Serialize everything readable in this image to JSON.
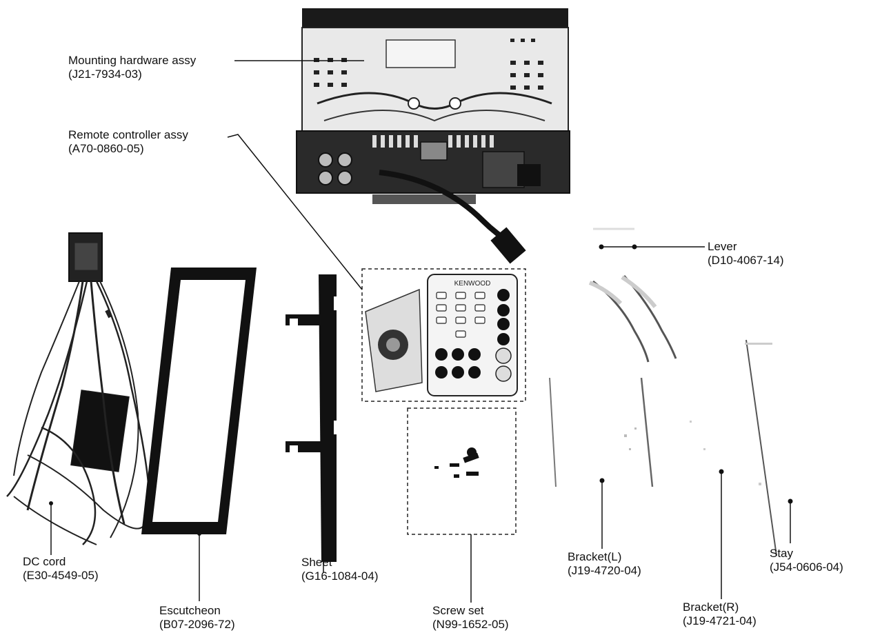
{
  "parts": {
    "mounting_hardware": {
      "name": "Mounting hardware assy",
      "code": "(J21-7934-03)"
    },
    "remote_controller": {
      "name": "Remote controller assy",
      "code": "(A70-0860-05)",
      "brand": "KENWOOD"
    },
    "lever": {
      "name": "Lever",
      "code": "(D10-4067-14)"
    },
    "dc_cord": {
      "name": "DC cord",
      "code": "(E30-4549-05)"
    },
    "escutcheon": {
      "name": "Escutcheon",
      "code": "(B07-2096-72)"
    },
    "sheet": {
      "name": "Sheet",
      "code": "(G16-1084-04)"
    },
    "screw_set": {
      "name": "Screw set",
      "code": "(N99-1652-05)"
    },
    "bracket_l": {
      "name": "Bracket(L)",
      "code": "(J19-4720-04)"
    },
    "bracket_r": {
      "name": "Bracket(R)",
      "code": "(J19-4721-04)"
    },
    "stay": {
      "name": "Stay",
      "code": "(J54-0606-04)"
    }
  },
  "colors": {
    "ink": "#111111",
    "dark": "#1a1a1a",
    "mid": "#6a6a6a",
    "light": "#c8c8c8"
  }
}
